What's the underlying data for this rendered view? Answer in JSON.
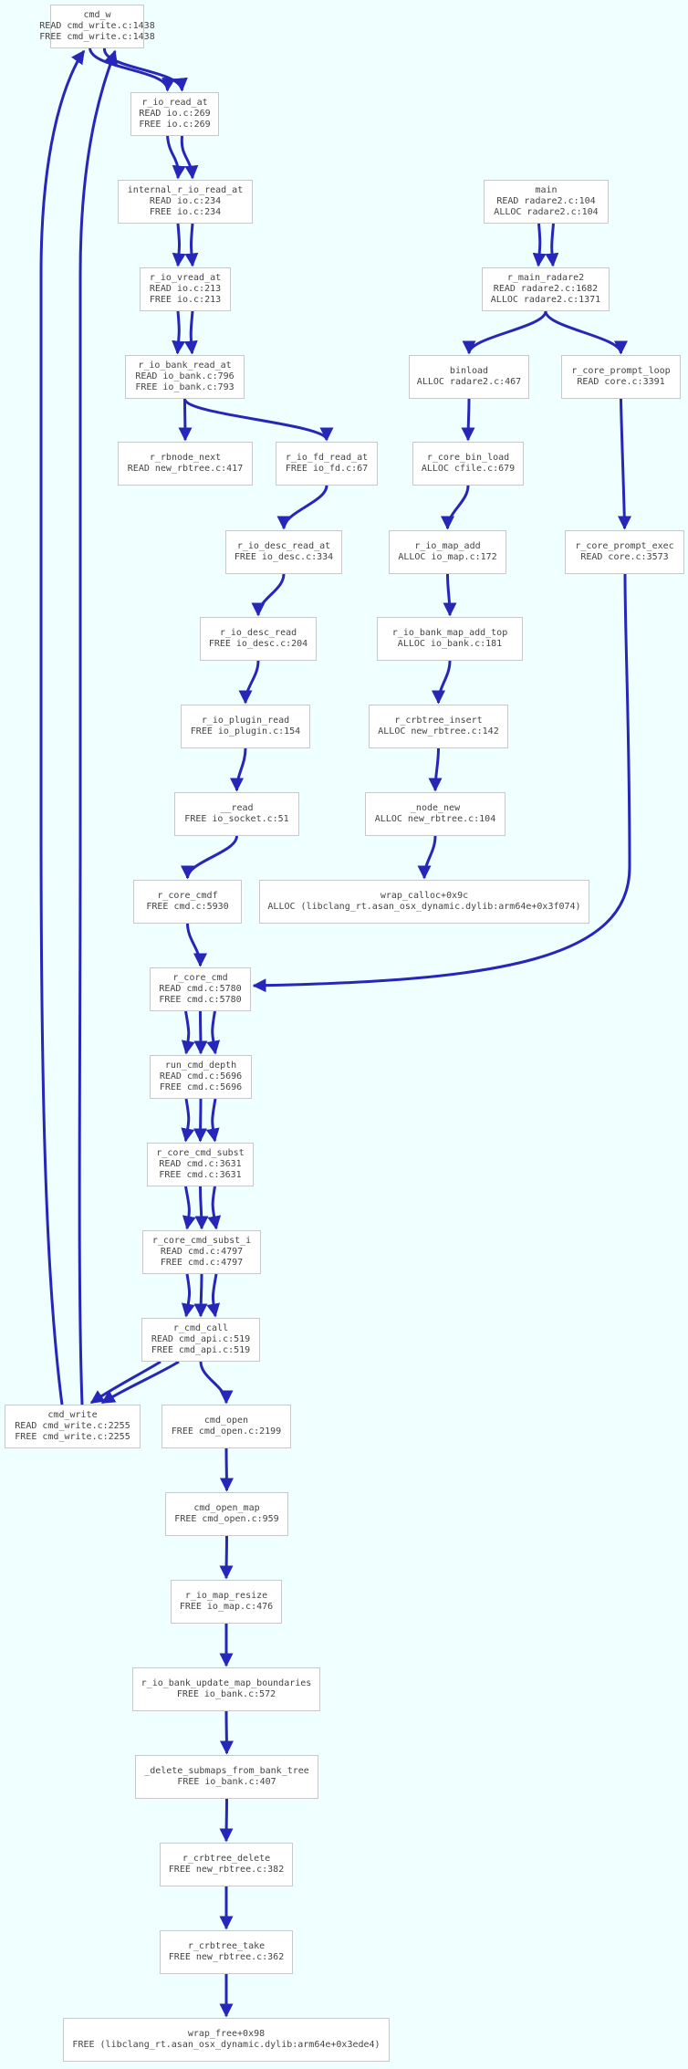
{
  "colors": {
    "background": "#f0ffff",
    "edge": "#2626b8",
    "node_border": "#c8c8c8",
    "node_text": "#444444"
  },
  "nodes": {
    "cmd_w": {
      "title": "cmd_w",
      "lines": [
        "READ cmd_write.c:1438",
        "FREE cmd_write.c:1438"
      ]
    },
    "r_io_read_at": {
      "title": "r_io_read_at",
      "lines": [
        "READ io.c:269",
        "FREE io.c:269"
      ]
    },
    "internal_r_io_read_at": {
      "title": "internal_r_io_read_at",
      "lines": [
        "READ io.c:234",
        "FREE io.c:234"
      ]
    },
    "r_io_vread_at": {
      "title": "r_io_vread_at",
      "lines": [
        "READ io.c:213",
        "FREE io.c:213"
      ]
    },
    "r_io_bank_read_at": {
      "title": "r_io_bank_read_at",
      "lines": [
        "READ io_bank.c:796",
        "FREE io_bank.c:793"
      ]
    },
    "r_rbnode_next": {
      "title": "r_rbnode_next",
      "lines": [
        "READ new_rbtree.c:417"
      ]
    },
    "r_io_fd_read_at": {
      "title": "r_io_fd_read_at",
      "lines": [
        "FREE io_fd.c:67"
      ]
    },
    "r_io_desc_read_at": {
      "title": "r_io_desc_read_at",
      "lines": [
        "FREE io_desc.c:334"
      ]
    },
    "r_io_desc_read": {
      "title": "r_io_desc_read",
      "lines": [
        "FREE io_desc.c:204"
      ]
    },
    "r_io_plugin_read": {
      "title": "r_io_plugin_read",
      "lines": [
        "FREE io_plugin.c:154"
      ]
    },
    "read": {
      "title": "__read",
      "lines": [
        "FREE io_socket.c:51"
      ]
    },
    "r_core_cmdf": {
      "title": "r_core_cmdf",
      "lines": [
        "FREE cmd.c:5930"
      ]
    },
    "main": {
      "title": "main",
      "lines": [
        "READ radare2.c:104",
        "ALLOC radare2.c:104"
      ]
    },
    "r_main_radare2": {
      "title": "r_main_radare2",
      "lines": [
        "READ radare2.c:1682",
        "ALLOC radare2.c:1371"
      ]
    },
    "binload": {
      "title": "binload",
      "lines": [
        "ALLOC radare2.c:467"
      ]
    },
    "r_core_prompt_loop": {
      "title": "r_core_prompt_loop",
      "lines": [
        "READ core.c:3391"
      ]
    },
    "r_core_bin_load": {
      "title": "r_core_bin_load",
      "lines": [
        "ALLOC cfile.c:679"
      ]
    },
    "r_io_map_add": {
      "title": "r_io_map_add",
      "lines": [
        "ALLOC io_map.c:172"
      ]
    },
    "r_core_prompt_exec": {
      "title": "r_core_prompt_exec",
      "lines": [
        "READ core.c:3573"
      ]
    },
    "r_io_bank_map_add_top": {
      "title": "r_io_bank_map_add_top",
      "lines": [
        "ALLOC io_bank.c:181"
      ]
    },
    "r_crbtree_insert": {
      "title": "r_crbtree_insert",
      "lines": [
        "ALLOC new_rbtree.c:142"
      ]
    },
    "node_new": {
      "title": "_node_new",
      "lines": [
        "ALLOC new_rbtree.c:104"
      ]
    },
    "wrap_calloc": {
      "title": "wrap_calloc+0x9c",
      "lines": [
        "ALLOC (libclang_rt.asan_osx_dynamic.dylib:arm64e+0x3f074)"
      ]
    },
    "r_core_cmd": {
      "title": "r_core_cmd",
      "lines": [
        "READ cmd.c:5780",
        "FREE cmd.c:5780"
      ]
    },
    "run_cmd_depth": {
      "title": "run_cmd_depth",
      "lines": [
        "READ cmd.c:5696",
        "FREE cmd.c:5696"
      ]
    },
    "r_core_cmd_subst": {
      "title": "r_core_cmd_subst",
      "lines": [
        "READ cmd.c:3631",
        "FREE cmd.c:3631"
      ]
    },
    "r_core_cmd_subst_i": {
      "title": "r_core_cmd_subst_i",
      "lines": [
        "READ cmd.c:4797",
        "FREE cmd.c:4797"
      ]
    },
    "r_cmd_call": {
      "title": "r_cmd_call",
      "lines": [
        "READ cmd_api.c:519",
        "FREE cmd_api.c:519"
      ]
    },
    "cmd_write": {
      "title": "cmd_write",
      "lines": [
        "READ cmd_write.c:2255",
        "FREE cmd_write.c:2255"
      ]
    },
    "cmd_open": {
      "title": "cmd_open",
      "lines": [
        "FREE cmd_open.c:2199"
      ]
    },
    "cmd_open_map": {
      "title": "cmd_open_map",
      "lines": [
        "FREE cmd_open.c:959"
      ]
    },
    "r_io_map_resize": {
      "title": "r_io_map_resize",
      "lines": [
        "FREE io_map.c:476"
      ]
    },
    "r_io_bank_update_map_boundaries": {
      "title": "r_io_bank_update_map_boundaries",
      "lines": [
        "FREE io_bank.c:572"
      ]
    },
    "delete_submaps_from_bank_tree": {
      "title": "_delete_submaps_from_bank_tree",
      "lines": [
        "FREE io_bank.c:407"
      ]
    },
    "r_crbtree_delete": {
      "title": "r_crbtree_delete",
      "lines": [
        "FREE new_rbtree.c:382"
      ]
    },
    "r_crbtree_take": {
      "title": "r_crbtree_take",
      "lines": [
        "FREE new_rbtree.c:362"
      ]
    },
    "wrap_free": {
      "title": "wrap_free+0x98",
      "lines": [
        "FREE (libclang_rt.asan_osx_dynamic.dylib:arm64e+0x3ede4)"
      ]
    }
  },
  "edges": [
    {
      "from": "cmd_w",
      "to": "r_io_read_at",
      "count": 2
    },
    {
      "from": "r_io_read_at",
      "to": "internal_r_io_read_at",
      "count": 2
    },
    {
      "from": "internal_r_io_read_at",
      "to": "r_io_vread_at",
      "count": 2
    },
    {
      "from": "r_io_vread_at",
      "to": "r_io_bank_read_at",
      "count": 2
    },
    {
      "from": "r_io_bank_read_at",
      "to": "r_rbnode_next",
      "count": 1
    },
    {
      "from": "r_io_bank_read_at",
      "to": "r_io_fd_read_at",
      "count": 1
    },
    {
      "from": "r_io_fd_read_at",
      "to": "r_io_desc_read_at",
      "count": 1
    },
    {
      "from": "r_io_desc_read_at",
      "to": "r_io_desc_read",
      "count": 1
    },
    {
      "from": "r_io_desc_read",
      "to": "r_io_plugin_read",
      "count": 1
    },
    {
      "from": "r_io_plugin_read",
      "to": "read",
      "count": 1
    },
    {
      "from": "read",
      "to": "r_core_cmdf",
      "count": 1
    },
    {
      "from": "r_core_cmdf",
      "to": "r_core_cmd",
      "count": 1
    },
    {
      "from": "main",
      "to": "r_main_radare2",
      "count": 2
    },
    {
      "from": "r_main_radare2",
      "to": "binload",
      "count": 1
    },
    {
      "from": "r_main_radare2",
      "to": "r_core_prompt_loop",
      "count": 1
    },
    {
      "from": "binload",
      "to": "r_core_bin_load",
      "count": 1
    },
    {
      "from": "r_core_bin_load",
      "to": "r_io_map_add",
      "count": 1
    },
    {
      "from": "r_io_map_add",
      "to": "r_io_bank_map_add_top",
      "count": 1
    },
    {
      "from": "r_io_bank_map_add_top",
      "to": "r_crbtree_insert",
      "count": 1
    },
    {
      "from": "r_crbtree_insert",
      "to": "node_new",
      "count": 1
    },
    {
      "from": "node_new",
      "to": "wrap_calloc",
      "count": 1
    },
    {
      "from": "r_core_prompt_loop",
      "to": "r_core_prompt_exec",
      "count": 1
    },
    {
      "from": "r_core_prompt_exec",
      "to": "r_core_cmd",
      "count": 1
    },
    {
      "from": "r_core_cmd",
      "to": "run_cmd_depth",
      "count": 3
    },
    {
      "from": "run_cmd_depth",
      "to": "r_core_cmd_subst",
      "count": 3
    },
    {
      "from": "r_core_cmd_subst",
      "to": "r_core_cmd_subst_i",
      "count": 3
    },
    {
      "from": "r_core_cmd_subst_i",
      "to": "r_cmd_call",
      "count": 3
    },
    {
      "from": "r_cmd_call",
      "to": "cmd_write",
      "count": 2
    },
    {
      "from": "r_cmd_call",
      "to": "cmd_open",
      "count": 1
    },
    {
      "from": "cmd_write",
      "to": "cmd_w",
      "count": 2
    },
    {
      "from": "cmd_open",
      "to": "cmd_open_map",
      "count": 1
    },
    {
      "from": "cmd_open_map",
      "to": "r_io_map_resize",
      "count": 1
    },
    {
      "from": "r_io_map_resize",
      "to": "r_io_bank_update_map_boundaries",
      "count": 1
    },
    {
      "from": "r_io_bank_update_map_boundaries",
      "to": "delete_submaps_from_bank_tree",
      "count": 1
    },
    {
      "from": "delete_submaps_from_bank_tree",
      "to": "r_crbtree_delete",
      "count": 1
    },
    {
      "from": "r_crbtree_delete",
      "to": "r_crbtree_take",
      "count": 1
    },
    {
      "from": "r_crbtree_take",
      "to": "wrap_free",
      "count": 1
    }
  ]
}
